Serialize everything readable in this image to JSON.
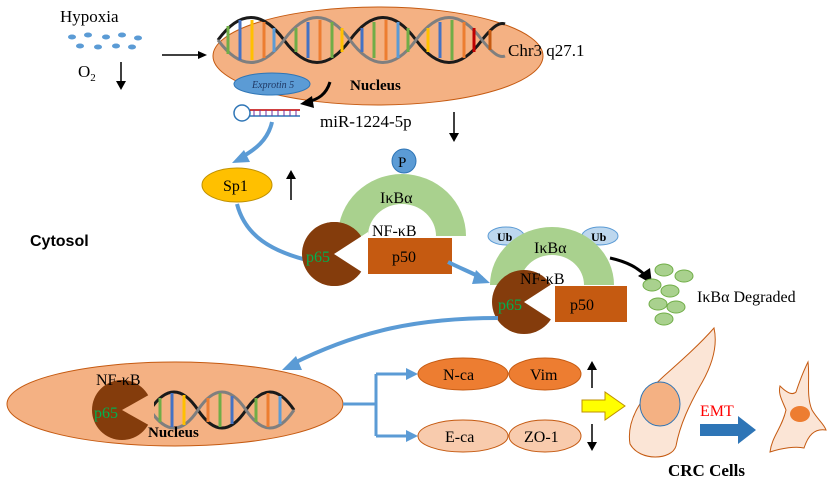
{
  "labels": {
    "hypoxia": "Hypoxia",
    "o2": "O",
    "o2_sub": "2",
    "chromosome": "Chr3 q27.1",
    "nucleus_top": "Nucleus",
    "exportin": "Exprotin 5",
    "mirna": "miR-1224-5p",
    "sp1": "Sp1",
    "phospho": "P",
    "ikba": "IκBα",
    "nfkb": "NF-κB",
    "p65": "p65",
    "p50": "p50",
    "ub_left": "Ub",
    "ub_right": "Ub",
    "cytosol": "Cytosol",
    "ikba_degraded": "IκBα Degraded",
    "nucleus_bottom": "Nucleus",
    "n_ca": "N-ca",
    "vim": "Vim",
    "e_ca": "E-ca",
    "zo1": "ZO-1",
    "emt": "EMT",
    "crc_cells": "CRC Cells"
  },
  "colors": {
    "nucleus_fill": "#f4b183",
    "nucleus_stroke": "#c55a11",
    "ikba_green": "#a9d18e",
    "p65_brown": "#843c0c",
    "p50_orange": "#c55a11",
    "sp1_fill": "#ffc000",
    "phospho_fill": "#5b9bd5",
    "ub_fill": "#bdd7ee",
    "arrow_blue": "#5b9bd5",
    "p65_text": "#00b050",
    "gene_up_fill": "#ed7d31",
    "gene_down_fill": "#f8cbad",
    "cell_fill": "#fbe5d6",
    "cell_nucleus": "#f4b183",
    "emt_text": "#ff0000",
    "emt_arrow": "#2e75b6",
    "yellow_arrow": "#ffff00",
    "degraded_green": "#a9d18e",
    "hypoxia_dots": "#5b9bd5"
  },
  "icons": {
    "up_arrow": "up-arrow-icon",
    "down_arrow": "down-arrow-icon",
    "dna": "dna-helix-icon",
    "hairpin": "mirna-hairpin-icon"
  }
}
